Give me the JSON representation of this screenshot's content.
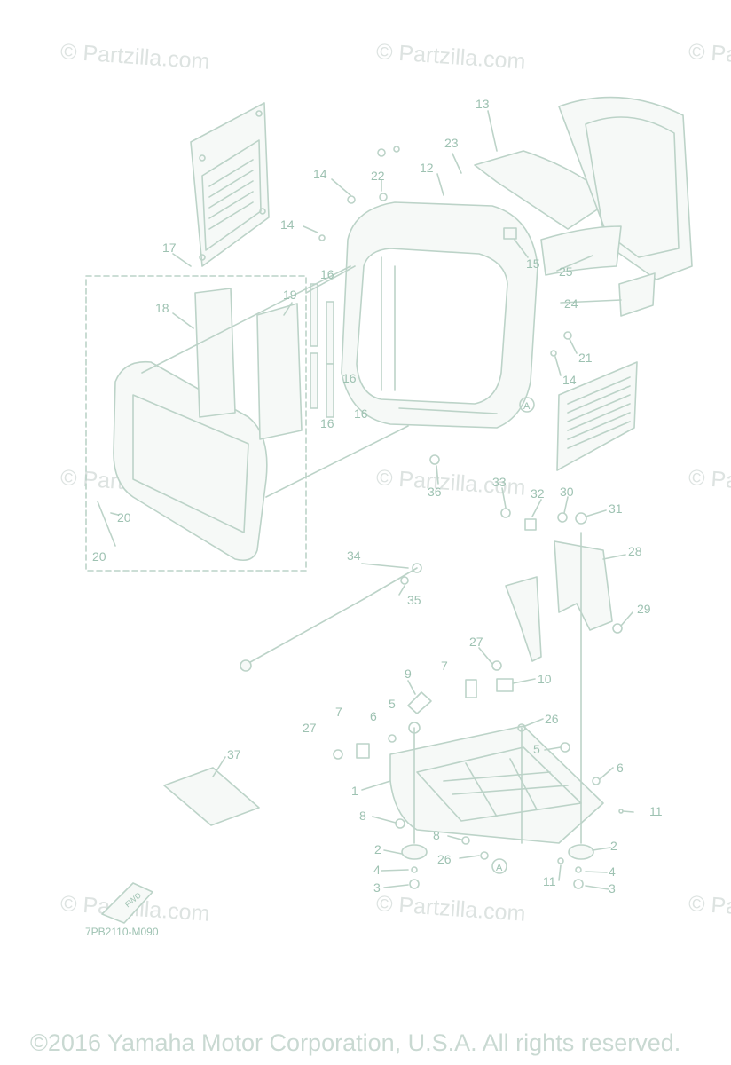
{
  "watermark": "© Partzilla.com",
  "diagram_code": "7PB2110-M090",
  "fwd_label": "FWD",
  "copyright": "©2016 Yamaha Motor Corporation, U.S.A. All rights reserved.",
  "callout_A": "A",
  "colors": {
    "line": "#bcd3c8",
    "text": "#9ec2b2",
    "fill": "#eef3f0",
    "watermark": "#dde3e1"
  },
  "part_numbers": [
    "1",
    "2",
    "3",
    "4",
    "5",
    "6",
    "7",
    "8",
    "9",
    "10",
    "11",
    "12",
    "13",
    "14",
    "15",
    "16",
    "17",
    "18",
    "19",
    "20",
    "21",
    "22",
    "23",
    "24",
    "25",
    "26",
    "27",
    "28",
    "29",
    "30",
    "31",
    "32",
    "33",
    "34",
    "35",
    "36",
    "37"
  ]
}
